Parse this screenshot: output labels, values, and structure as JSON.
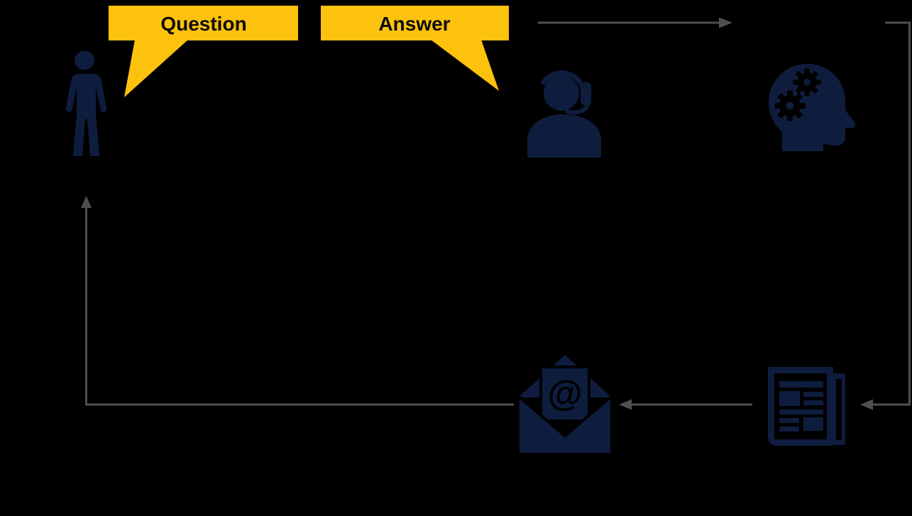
{
  "colors": {
    "background": "#000000",
    "icon_navy": "#0E1D3D",
    "bubble_yellow": "#FDC20D",
    "arrow_gray": "#4F4F4F",
    "bubble_text": "#0B0B0B"
  },
  "bubbles": {
    "question": {
      "label": "Question"
    },
    "answer": {
      "label": "Answer"
    }
  },
  "email": {
    "at_symbol": "@"
  },
  "icons": [
    {
      "name": "person-icon"
    },
    {
      "name": "support-agent-headset-icon"
    },
    {
      "name": "head-with-gears-icon"
    },
    {
      "name": "envelope-at-email-icon"
    },
    {
      "name": "newspaper-icon"
    }
  ],
  "flow_arrows": [
    {
      "name": "agent-to-processing",
      "direction": "right"
    },
    {
      "name": "processing-to-newspaper",
      "direction": "right-down-left"
    },
    {
      "name": "newspaper-to-email",
      "direction": "left"
    },
    {
      "name": "email-to-person",
      "direction": "left-up"
    }
  ]
}
